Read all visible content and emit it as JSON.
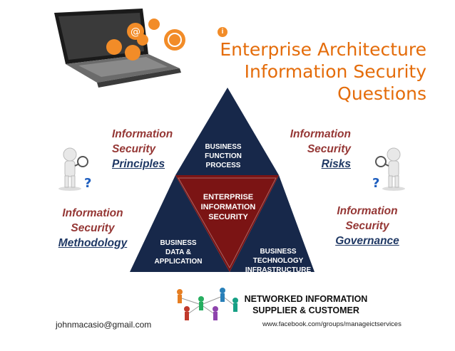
{
  "title": {
    "line1": "Enterprise Architecture",
    "line2": "Information Security",
    "line3": "Questions"
  },
  "labels": {
    "principles": {
      "line1": "Information",
      "line2": "Security",
      "line3": "Principles"
    },
    "risks": {
      "line1": "Information",
      "line2": "Security",
      "line3": "Risks"
    },
    "methodology": {
      "line1": "Information",
      "line2": "Security",
      "line3": "Methodology"
    },
    "governance": {
      "line1": "Information",
      "line2": "Security",
      "line3": "Governance"
    }
  },
  "triangle": {
    "top": {
      "line1": "BUSINESS",
      "line2": "FUNCTION",
      "line3": "PROCESS"
    },
    "center": {
      "line1": "ENTERPRISE",
      "line2": "INFORMATION",
      "line3": "SECURITY"
    },
    "left": {
      "line1": "BUSINESS",
      "line2": "DATA &",
      "line3": "APPLICATION"
    },
    "right": {
      "line1": "BUSINESS",
      "line2": "TECHNOLOGY",
      "line3": "INFRASTRUCTURE"
    }
  },
  "network": {
    "line1": "NETWORKED INFORMATION",
    "line2": "SUPPLIER & CUSTOMER"
  },
  "footer": {
    "email": "johnmacasio@gmail.com",
    "facebook": "www.facebook.com/groups/manageictservices"
  },
  "icons": [
    "laptop-icon",
    "question-figure-icon",
    "people-network-icon",
    "info-icon"
  ],
  "colors": {
    "navy": "#1f3864",
    "maroon": "#7b1a1a",
    "orange": "#e46c0a",
    "label_maroon": "#953735"
  }
}
